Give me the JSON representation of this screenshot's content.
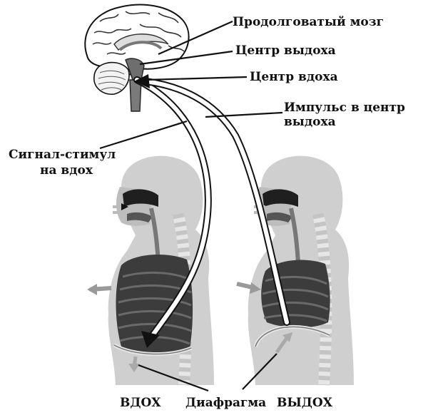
{
  "labels": {
    "medulla": "Продолговатый мозг",
    "exhale_center": "Центр выдоха",
    "inhale_center": "Центр вдоха",
    "impulse_line1": "Импульс в центр",
    "impulse_line2": "выдоха",
    "signal_line1": "Сигнал-стимул",
    "signal_line2": "на вдох",
    "inhale": "ВДОХ",
    "diaphragm": "Диафрагма",
    "exhale": "ВЫДОХ"
  },
  "colors": {
    "body": "#cfcfcf",
    "body_dark": "#b5b5b5",
    "lungs": "#3c3c3c",
    "spine": "#e4e4e4",
    "brain": "#ffffff",
    "ink": "#111111"
  },
  "icons": [
    "brain-icon",
    "human-torso-inhale-icon",
    "human-torso-exhale-icon"
  ]
}
